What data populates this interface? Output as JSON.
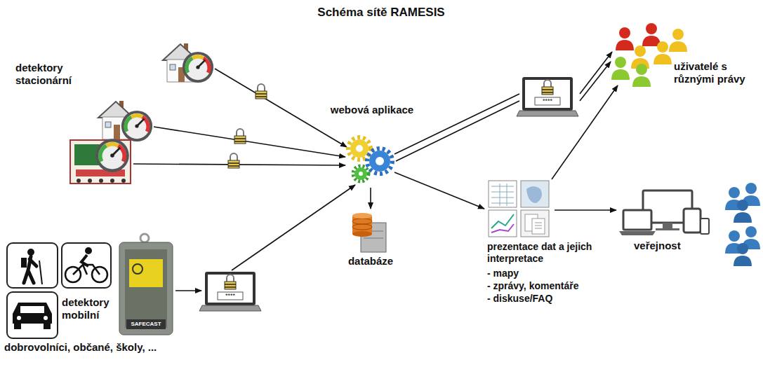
{
  "diagram": {
    "title": "Schéma sítě RAMESIS",
    "nodes": [
      {
        "text": [
          "detektory stacionární"
        ]
      },
      {
        "text": [
          "detektory mobilní",
          "dobrovolníci, občané, školy, ..."
        ]
      },
      {
        "text": [
          "****"
        ]
      },
      {
        "text": [
          "webová aplikace"
        ]
      },
      {
        "text": [
          "databáze"
        ]
      },
      {
        "text": [
          "****"
        ]
      },
      {
        "text": [
          "uživatelé s různými právy"
        ]
      },
      {
        "text": [
          "prezentace dat a jejich interpretace",
          "- mapy",
          "- zprávy, komentáře",
          "- diskuse/FAQ"
        ]
      },
      {
        "text": [
          "veřejnost"
        ]
      }
    ],
    "edges": [
      {
        "from": 0,
        "to": 3,
        "arrow": "to"
      },
      {
        "from": 0,
        "to": 3,
        "arrow": "to"
      },
      {
        "from": 0,
        "to": 3,
        "arrow": "to"
      },
      {
        "from": 1,
        "to": 2,
        "arrow": "to"
      },
      {
        "from": 2,
        "to": 3,
        "arrow": "to"
      },
      {
        "from": 3,
        "to": 5,
        "arrow": "none"
      },
      {
        "from": 3,
        "to": 5,
        "arrow": "none"
      },
      {
        "from": 5,
        "to": 6,
        "arrow": "to"
      },
      {
        "from": 5,
        "to": 6,
        "arrow": "to"
      },
      {
        "from": 3,
        "to": 4,
        "arrow": "to"
      },
      {
        "from": 3,
        "to": 7,
        "arrow": "to"
      },
      {
        "from": 7,
        "to": 6,
        "arrow": "to"
      },
      {
        "from": 7,
        "to": 8,
        "arrow": "to"
      }
    ],
    "labels": [
      "SAFECAST"
    ]
  }
}
